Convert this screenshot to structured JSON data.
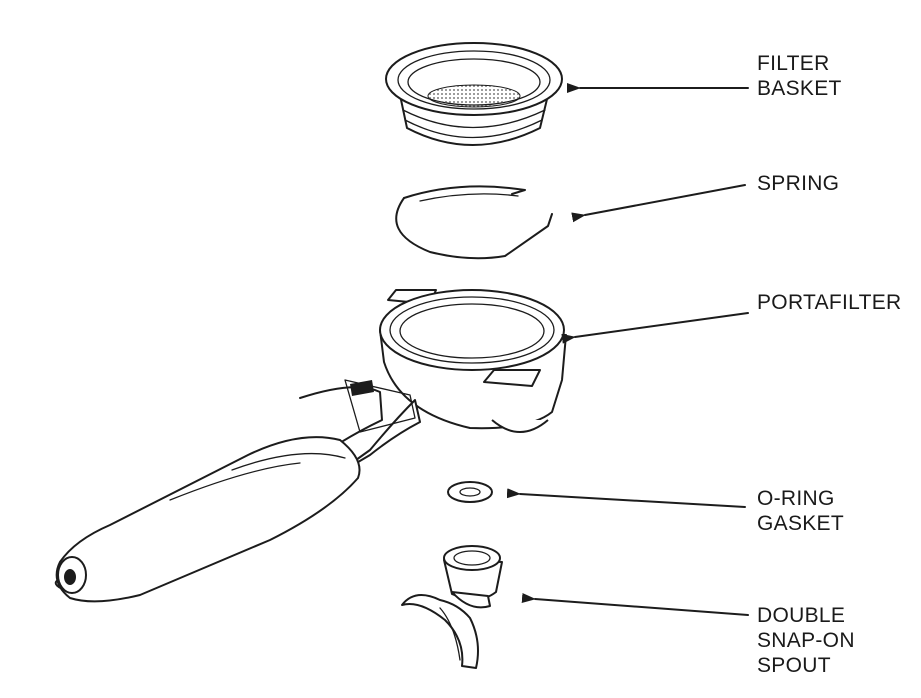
{
  "labels": {
    "filter_basket": [
      "FILTER",
      "BASKET"
    ],
    "spring": [
      "SPRING"
    ],
    "portafilter": [
      "PORTAFILTER"
    ],
    "o_ring_gasket": [
      "O-RING",
      "GASKET"
    ],
    "double_spout": [
      "DOUBLE",
      "SNAP-ON",
      "SPOUT"
    ]
  },
  "colors": {
    "line": "#1c1c1c",
    "background": "#ffffff"
  }
}
